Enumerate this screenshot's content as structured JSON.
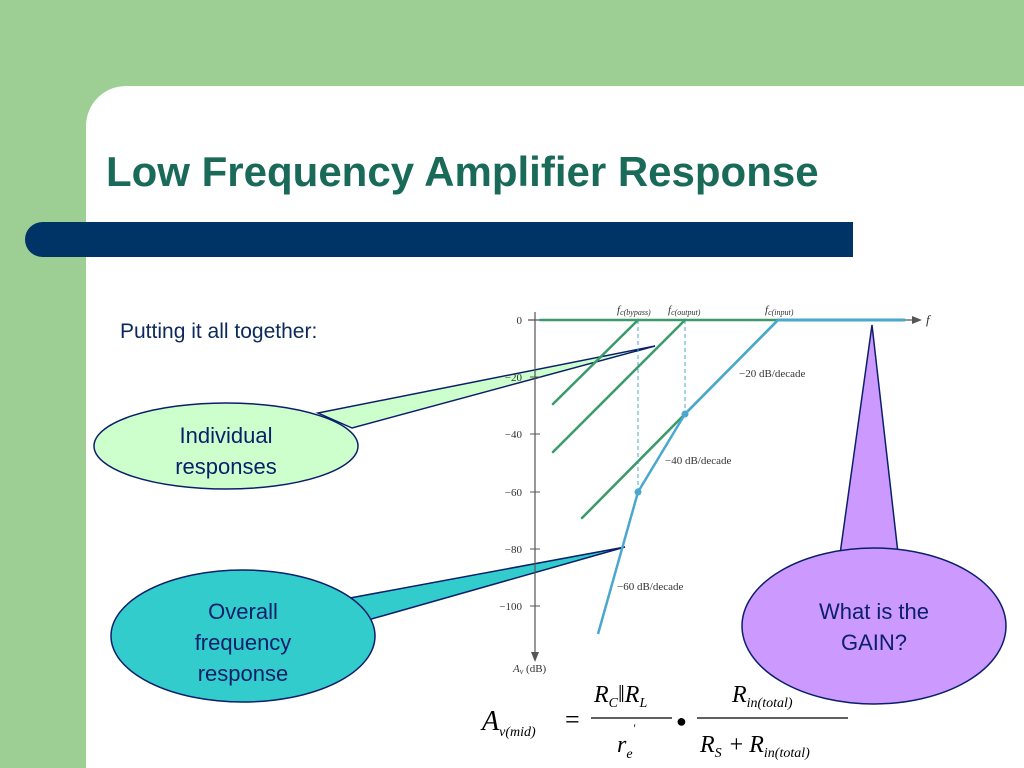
{
  "slide": {
    "title": "Low Frequency Amplifier Response",
    "subtitle": "Putting it all together:"
  },
  "callouts": {
    "individual": {
      "line1": "Individual",
      "line2": "responses",
      "fill": "#ccffcc"
    },
    "overall": {
      "line1": "Overall",
      "line2": "frequency",
      "line3": "response",
      "fill": "#33cccc"
    },
    "gain": {
      "line1": "What is the",
      "line2": "GAIN?",
      "fill": "#cc99ff"
    }
  },
  "plot": {
    "y_ticks": [
      "0",
      "−20",
      "−40",
      "−60",
      "−80",
      "−100"
    ],
    "y_axis_label": "A",
    "y_axis_label_sub": "v",
    "y_axis_unit": " (dB)",
    "x_axis_label": "f",
    "fc_bypass": "f",
    "fc_bypass_sub": "c(bypass)",
    "fc_output": "f",
    "fc_output_sub": "c(output)",
    "fc_input": "f",
    "fc_input_sub": "c(input)",
    "slope_20": "−20 dB/decade",
    "slope_40": "−40 dB/decade",
    "slope_60": "−60 dB/decade",
    "colors": {
      "individual": "#3a9a6a",
      "overall": "#4aa8d0",
      "gain_line": "#4aa8d0"
    }
  },
  "formula": {
    "lhs_main": "A",
    "lhs_sub": "v(mid)",
    "equals": "=",
    "num1_a": "R",
    "num1_a_sub": "C",
    "num1_sep": "‖",
    "num1_b": "R",
    "num1_b_sub": "L",
    "den1": "r",
    "den1_sub": "e",
    "den1_sup": "'",
    "dot": "●",
    "num2": "R",
    "num2_sub": "in(total)",
    "den2_a": "R",
    "den2_a_sub": "S",
    "den2_plus": "+",
    "den2_b": "R",
    "den2_b_sub": "in(total)"
  }
}
